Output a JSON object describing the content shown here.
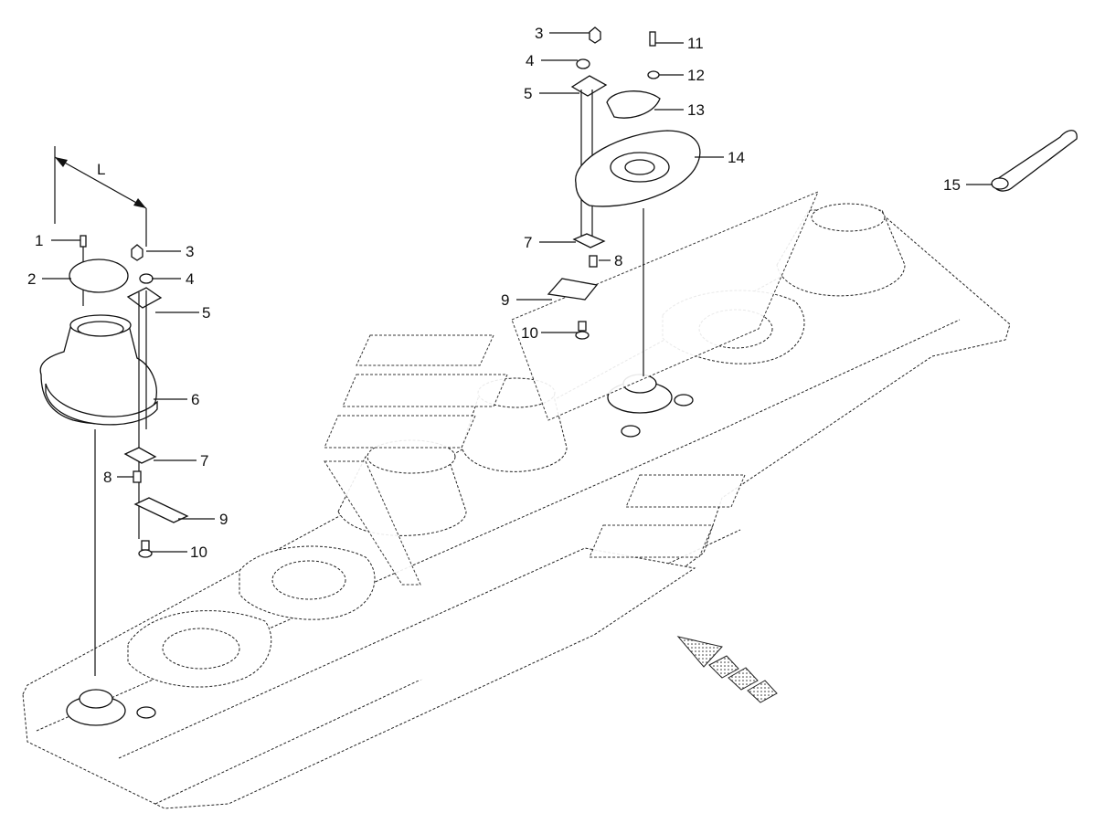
{
  "diagram": {
    "dimension_label": "L",
    "callouts_left": [
      "1",
      "2",
      "3",
      "4",
      "5",
      "6",
      "7",
      "8",
      "9",
      "10"
    ],
    "callouts_right": [
      "3",
      "4",
      "5",
      "7",
      "8",
      "9",
      "10",
      "11",
      "12",
      "13",
      "14",
      "15"
    ]
  }
}
